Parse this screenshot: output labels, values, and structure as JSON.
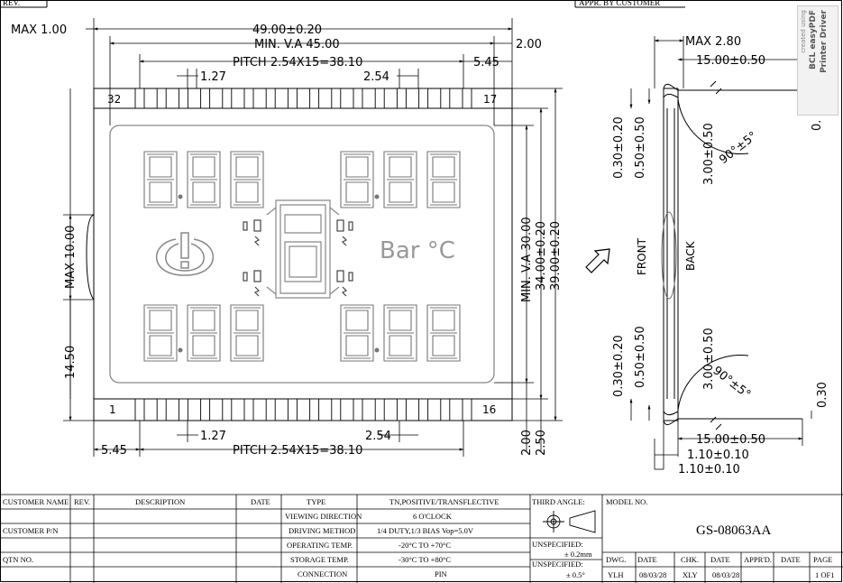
{
  "header": {
    "rev_label": "REV.",
    "approval_label": "APPR. BY CUSTOMER"
  },
  "watermark": {
    "line1": "created using",
    "line2": "BCL easyPDF",
    "line3": "Printer Driver"
  },
  "front_view": {
    "dims": {
      "max_top": "MAX 1.00",
      "outline_width": "49.00±0.20",
      "min_va_width": "MIN. V.A 45.00",
      "right_gap_top": "2.00",
      "pitch_top": "PITCH 2.54X15=38.10",
      "pin_width_top": "1.27",
      "pin_spacing_top": "2.54",
      "right_offset_top": "5.45",
      "max_left": "MAX 10.00",
      "bottom_left_height": "14.50",
      "min_va_height": "MIN. V.A 30.00",
      "inner_height": "34.00±0.20",
      "outline_height": "39.00±0.20",
      "left_offset_bottom": "5.45",
      "pin_width_bottom": "1.27",
      "pitch_bottom": "PITCH 2.54X15=38.10",
      "pin_spacing_bottom": "2.54",
      "bottom_gap_1": "2.00",
      "bottom_gap_2": "2.50"
    },
    "pins": {
      "top_left": "32",
      "top_right": "17",
      "bottom_left": "1",
      "bottom_right": "16"
    },
    "unit_text": "Bar °C"
  },
  "side_view": {
    "max_thickness": "MAX 2.80",
    "lead_length_top": "15.00±0.50",
    "lead_length_bottom": "15.00±0.50",
    "angle_top": "90°±5°",
    "angle_bottom": "90°±5°",
    "lead_dim_1": "0.30±0.20",
    "lead_dim_2": "0.50±0.50",
    "lead_dim_3": "3.00±0.50",
    "lead_dim_4": "0.30±0.20",
    "lead_dim_5": "0.50±0.50",
    "lead_dim_6": "3.00±0.50",
    "right_dim": "0.30",
    "bottom_dim_1": "1.10±0.10",
    "bottom_dim_2": "1.10±0.10",
    "front_label": "FRONT",
    "back_label": "BACK",
    "edge_char": "0."
  },
  "title_block": {
    "headers": {
      "customer_name": "CUSTOMER NAME",
      "rev": "REV.",
      "description": "DESCRIPTION",
      "date": "DATE",
      "type": "TYPE",
      "type_value": "TN,POSITIVE/TRANSFLECTIVE",
      "third_angle": "THIRD ANGLE:",
      "model_no": "MODEL NO."
    },
    "rows_left": [
      "CUSTOMER P/N",
      "QTN NO."
    ],
    "specs": [
      {
        "name": "VIEWING DIRECTION",
        "value": "6 O'CLOCK"
      },
      {
        "name": "DRIVING METHOD",
        "value": "1/4 DUTY,1/3 BIAS Vop=5.0V"
      },
      {
        "name": "OPERATING TEMP.",
        "value": "-20°C TO +70°C"
      },
      {
        "name": "STORAGE TEMP.",
        "value": "-30°C TO +80°C"
      },
      {
        "name": "CONNECTION",
        "value": "PIN"
      }
    ],
    "tolerances": [
      {
        "label": "UNSPECIFIED:",
        "value": "± 0.2mm"
      },
      {
        "label": "UNSPECIFIED:",
        "value": "± 0.5°"
      }
    ],
    "model_number": "GS-08063AA",
    "signoff_headers": [
      "DWG.",
      "DATE",
      "CHK.",
      "DATE",
      "APPR'D.",
      "DATE",
      "PAGE"
    ],
    "signoff_values": [
      "YLH",
      "08/03/28",
      "XLY",
      "08/03/28",
      "",
      "",
      "1 OF1"
    ]
  }
}
